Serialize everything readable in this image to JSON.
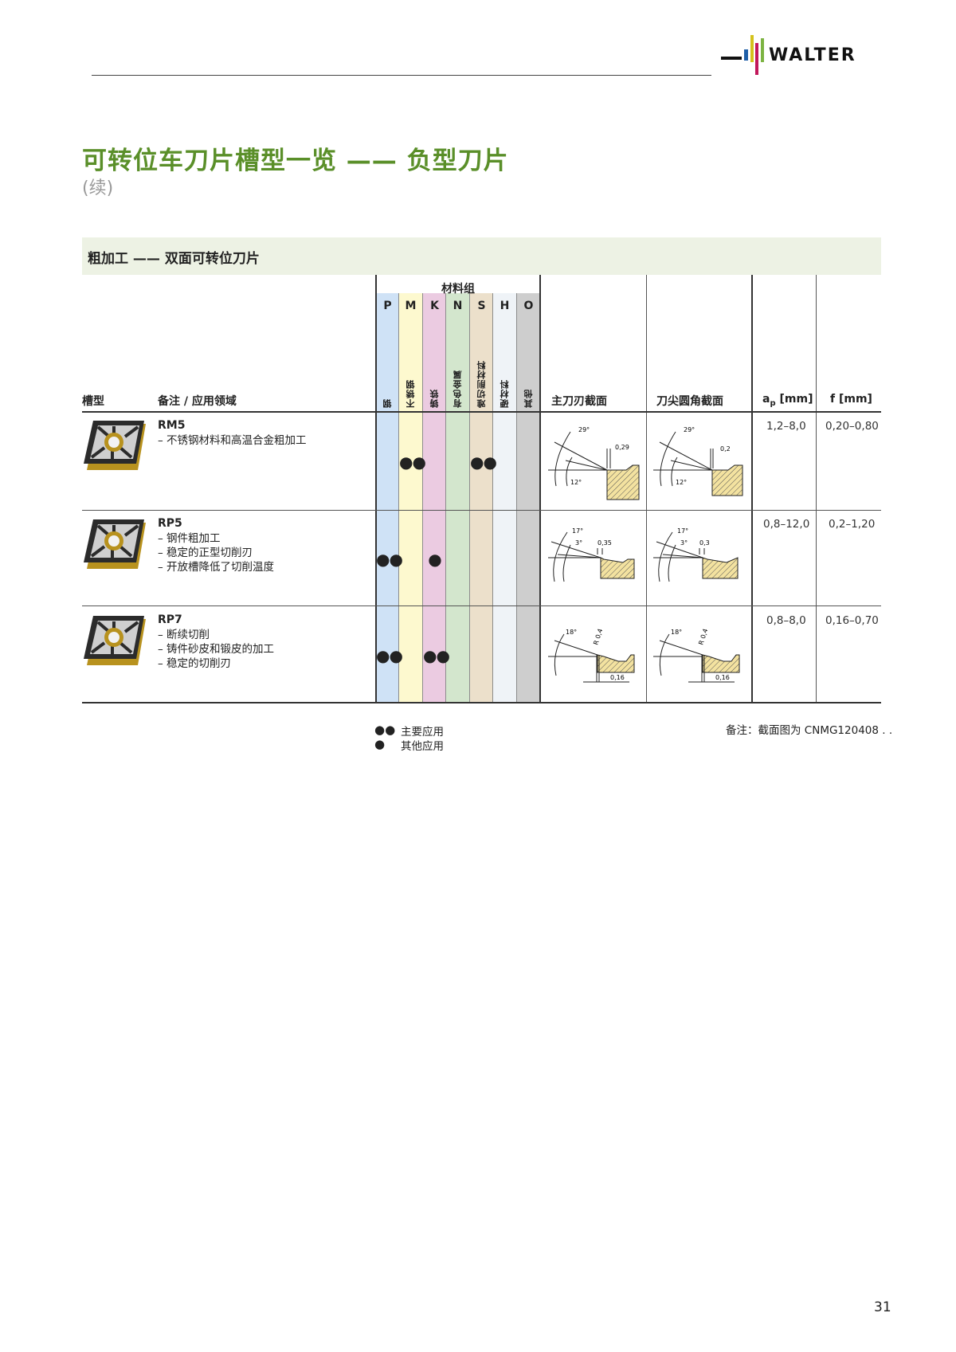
{
  "header": {
    "brand": "WALTER",
    "brand_colors": [
      "#1f5fa8",
      "#d4c21c",
      "#c2185b",
      "#7cb342"
    ]
  },
  "page": {
    "title": "可转位车刀片槽型一览 —— 负型刀片",
    "subtitle": "(续)",
    "number": "31"
  },
  "section": {
    "title": "粗加工 —— 双面可转位刀片"
  },
  "table": {
    "material_group_label": "材料组",
    "materials": [
      {
        "letter": "P",
        "name": "钢",
        "color": "#cfe2f6"
      },
      {
        "letter": "M",
        "name": "不锈钢",
        "color": "#fdf9cf"
      },
      {
        "letter": "K",
        "name": "铸铁",
        "color": "#ebcbe1"
      },
      {
        "letter": "N",
        "name": "有色金属",
        "color": "#d3e6cd"
      },
      {
        "letter": "S",
        "name": "难切削材料",
        "color": "#ece0cb"
      },
      {
        "letter": "H",
        "name": "硬材料",
        "color": "#eff3f7"
      },
      {
        "letter": "O",
        "name": "其他",
        "color": "#cecece"
      }
    ],
    "columns": {
      "geometry": "槽型",
      "remarks": "备注 / 应用领域",
      "main_edge": "主刀刃截面",
      "corner": "刀尖圆角截面",
      "ap_main": "a",
      "ap_sub": "p",
      "ap_unit": " [mm]",
      "f": "f [mm]"
    },
    "rows": [
      {
        "code": "RM5",
        "remarks": [
          "– 不锈钢材料和高温合金粗加工"
        ],
        "materials": {
          "P": "",
          "M": "●●",
          "K": "",
          "N": "",
          "S": "●●",
          "H": "",
          "O": ""
        },
        "main_edge": {
          "angle1": "29°",
          "angle2": "12°",
          "width": "0,29"
        },
        "corner": {
          "angle1": "29°",
          "angle2": "12°",
          "width": "0,2"
        },
        "ap": "1,2–8,0",
        "f": "0,20–0,80"
      },
      {
        "code": "RP5",
        "remarks": [
          "– 钢件粗加工",
          "– 稳定的正型切削刃",
          "– 开放槽降低了切削温度"
        ],
        "materials": {
          "P": "●●",
          "M": "",
          "K": "●",
          "N": "",
          "S": "",
          "H": "",
          "O": ""
        },
        "main_edge": {
          "angle1": "17°",
          "angle2": "3°",
          "width": "0,35"
        },
        "corner": {
          "angle1": "17°",
          "angle2": "3°",
          "width": "0,3"
        },
        "ap": "0,8–12,0",
        "f": "0,2–1,20"
      },
      {
        "code": "RP7",
        "remarks": [
          "– 断续切削",
          "– 铸件砂皮和锻皮的加工",
          "– 稳定的切削刃"
        ],
        "materials": {
          "P": "●●",
          "M": "",
          "K": "●●",
          "N": "",
          "S": "",
          "H": "",
          "O": ""
        },
        "main_edge": {
          "angle1": "18°",
          "radius": "R 0,4",
          "width": "0,16"
        },
        "corner": {
          "angle1": "18°",
          "radius": "R 0,4",
          "width": "0,16"
        },
        "ap": "0,8–8,0",
        "f": "0,16–0,70"
      }
    ]
  },
  "legend": {
    "primary_symbol": "●●",
    "primary_label": "主要应用",
    "secondary_symbol": "●",
    "secondary_label": "其他应用"
  },
  "note": "备注：截面图为 CNMG120408 . ."
}
